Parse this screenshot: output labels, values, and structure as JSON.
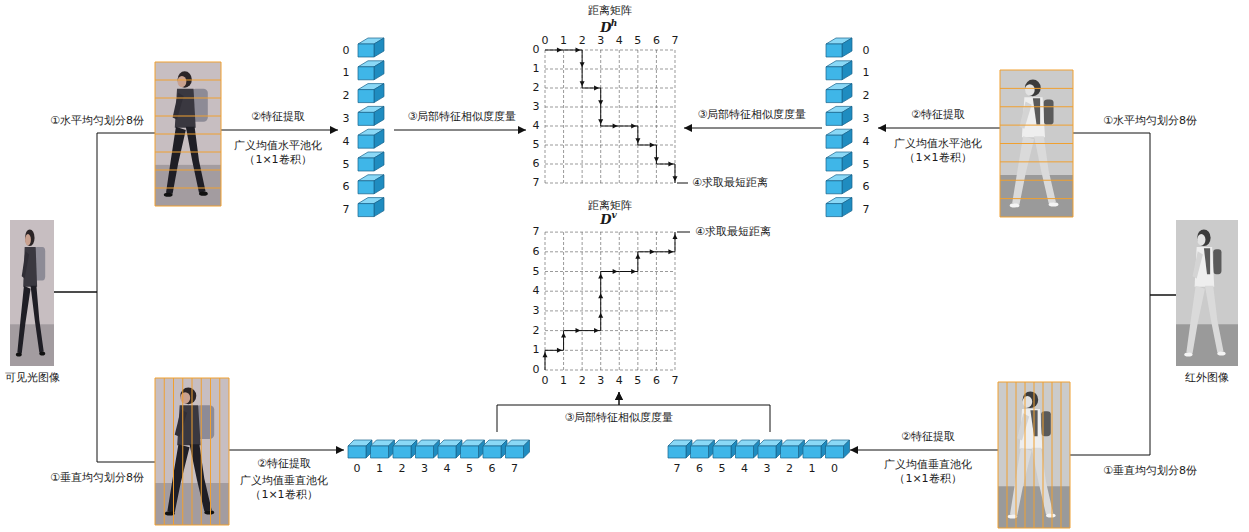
{
  "diagram": {
    "nodes": [
      {
        "text": [
          "可见光图像"
        ]
      },
      {
        "text": []
      },
      {
        "text": []
      },
      {
        "text": [
          "0",
          "1",
          "2",
          "3",
          "4",
          "5",
          "6",
          "7"
        ]
      },
      {
        "text": [
          "0",
          "1",
          "2",
          "3",
          "4",
          "5",
          "6",
          "7"
        ]
      },
      {
        "text": [
          "距离矩阵",
          "D",
          "h",
          "0",
          "1",
          "2",
          "3",
          "4",
          "5",
          "6",
          "7",
          "0",
          "1",
          "2",
          "3",
          "4",
          "5",
          "6",
          "7"
        ]
      },
      {
        "text": [
          "距离矩阵",
          "D",
          "v",
          "7",
          "6",
          "5",
          "4",
          "3",
          "2",
          "1",
          "0",
          "0",
          "1",
          "2",
          "3",
          "4",
          "5",
          "6",
          "7"
        ]
      },
      {
        "text": [
          "0",
          "1",
          "2",
          "3",
          "4",
          "5",
          "6",
          "7"
        ]
      },
      {
        "text": [
          "7",
          "6",
          "5",
          "4",
          "3",
          "2",
          "1",
          "0"
        ]
      },
      {
        "text": []
      },
      {
        "text": []
      },
      {
        "text": [
          "红外图像"
        ]
      }
    ],
    "edges": [
      {
        "from": 0,
        "to": 1,
        "arrow": "none",
        "label": "①水平均匀划分8份"
      },
      {
        "from": 0,
        "to": 2,
        "arrow": "none",
        "label": "①垂直均匀划分8份"
      },
      {
        "from": 1,
        "to": 3,
        "arrow": "to",
        "label": "②特征提取"
      },
      {
        "from": 2,
        "to": 4,
        "arrow": "to",
        "label": "②特征提取"
      },
      {
        "from": 3,
        "to": 5,
        "arrow": "to",
        "label": "③局部特征相似度度量"
      },
      {
        "from": 4,
        "to": 6,
        "arrow": "to",
        "label": "③局部特征相似度度量"
      },
      {
        "from": 8,
        "to": 6,
        "arrow": "to"
      },
      {
        "from": 9,
        "to": 7,
        "arrow": "to",
        "label": "②特征提取"
      },
      {
        "from": 7,
        "to": 5,
        "arrow": "to",
        "label": "③局部特征相似度度量"
      },
      {
        "from": 10,
        "to": 8,
        "arrow": "to",
        "label": "②特征提取"
      },
      {
        "from": 11,
        "to": 9,
        "arrow": "none",
        "label": "①水平均匀划分8份"
      },
      {
        "from": 11,
        "to": 10,
        "arrow": "none",
        "label": "①垂直均匀划分8份"
      }
    ],
    "labels": [
      "广义均值水平池化 （1×1卷积）",
      "④求取最短距离",
      "广义均值水平池化 （1×1卷积）",
      "④求取最短距离",
      "广义均值垂直池化 （1×1卷积）",
      "广义均值垂直池化 （1×1卷积）"
    ]
  }
}
